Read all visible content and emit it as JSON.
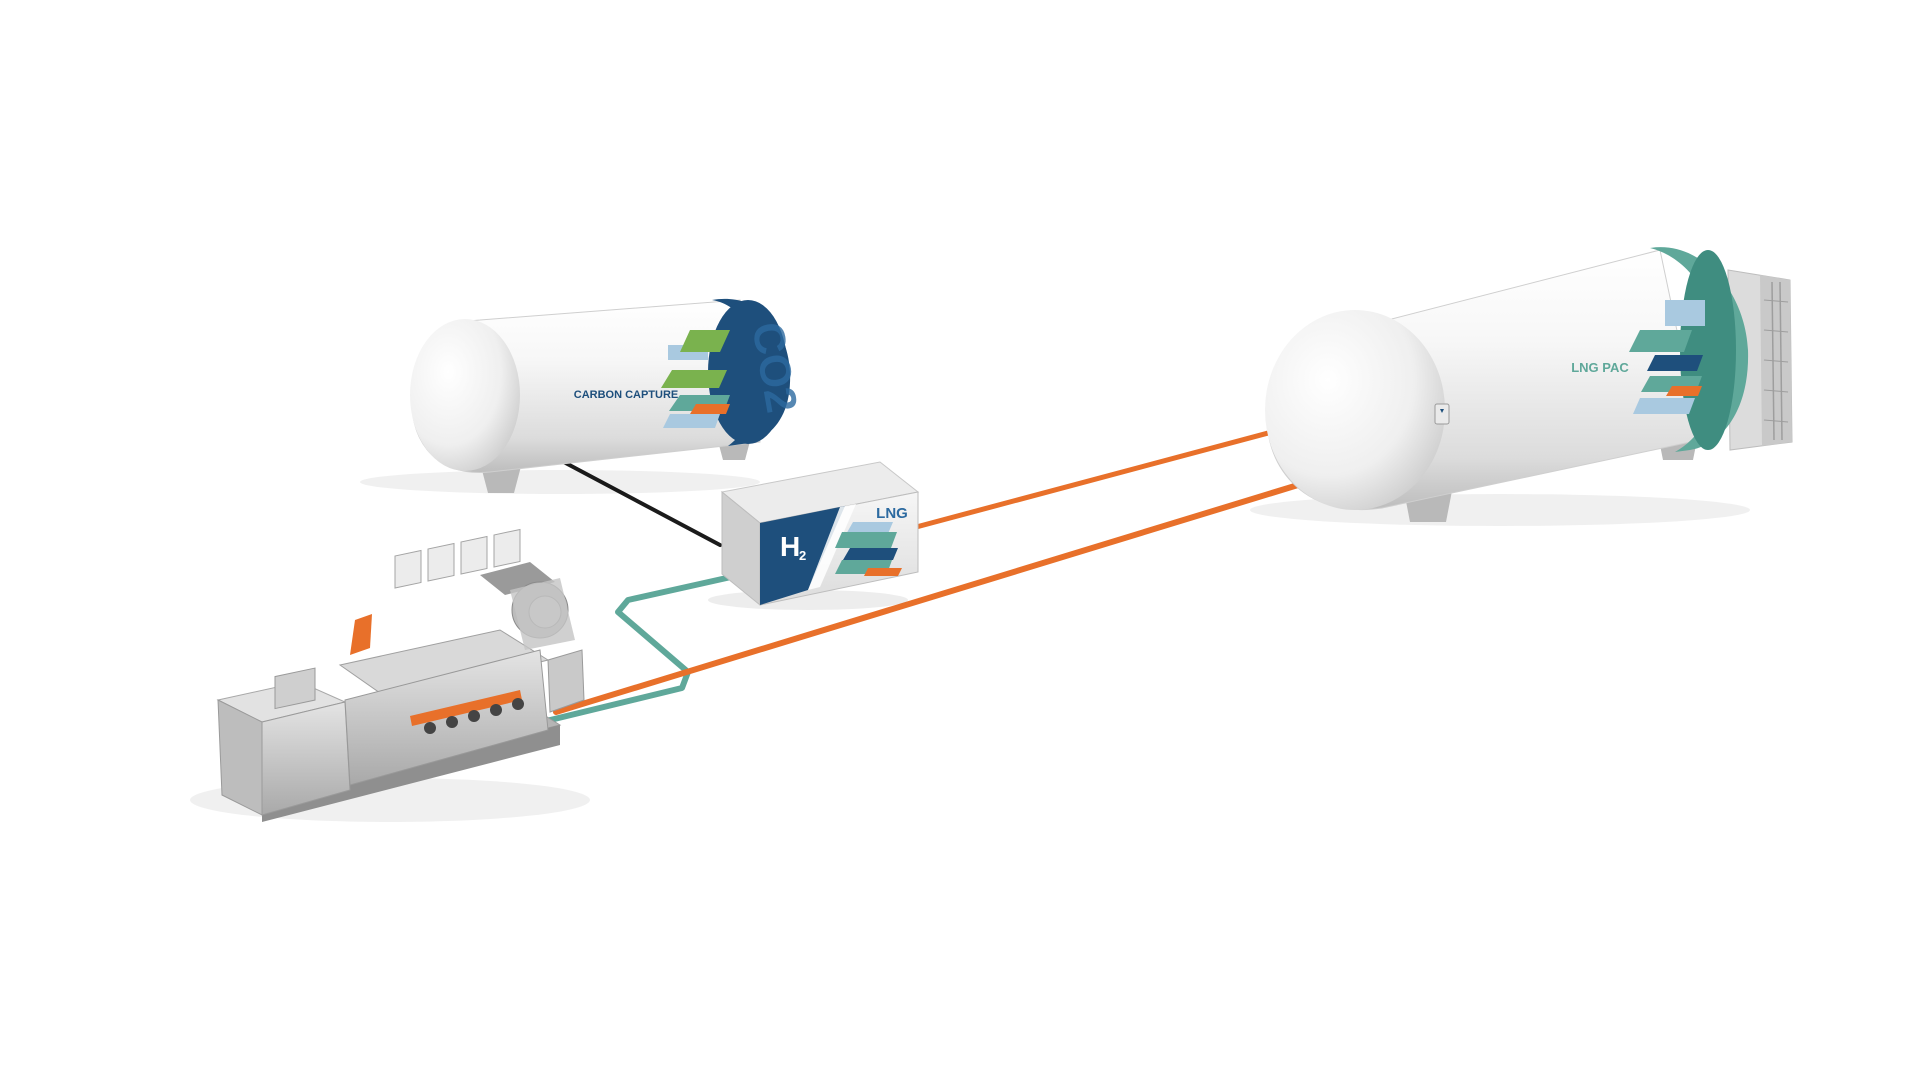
{
  "scene": {
    "co2_tank": {
      "label": "CARBON CAPTURE",
      "end_cap_text": "CO2"
    },
    "fuel_module": {
      "h2_label": "H",
      "h2_subscript": "2",
      "lng_label": "LNG"
    },
    "lng_tank": {
      "label": "LNG PAC"
    },
    "colors": {
      "background": "#ffffff",
      "pipe_orange": "#e8702a",
      "pipe_teal": "#5fa89a",
      "pipe_black": "#1b1b1b",
      "brand_navy": "#1e4f7c",
      "brand_green": "#7ab24e",
      "brand_teal": "#5fa89a",
      "tank_white": "#f4f4f4",
      "engine_grey": "#c8c8c8"
    }
  }
}
